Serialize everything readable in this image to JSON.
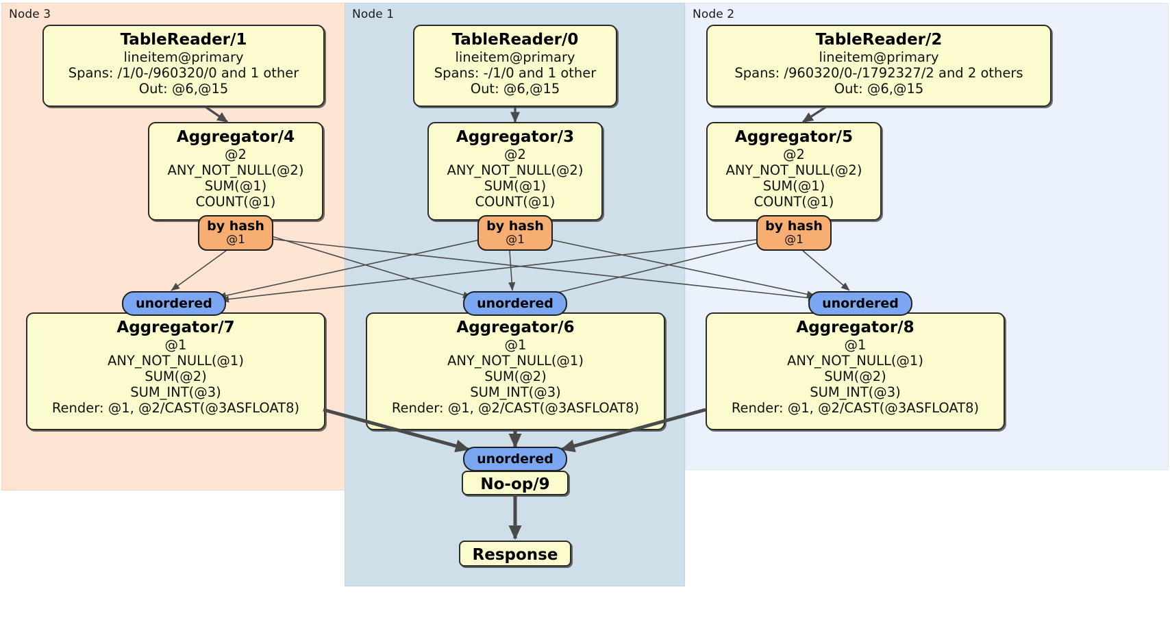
{
  "clusters": [
    {
      "label": "Node 3"
    },
    {
      "label": "Node 1"
    },
    {
      "label": "Node 2"
    }
  ],
  "readers": [
    {
      "title": "TableReader/1",
      "table": "lineitem@primary",
      "spans": "Spans: /1/0-/960320/0 and 1 other",
      "out": "Out: @6,@15"
    },
    {
      "title": "TableReader/0",
      "table": "lineitem@primary",
      "spans": "Spans: -/1/0 and 1 other",
      "out": "Out: @6,@15"
    },
    {
      "title": "TableReader/2",
      "table": "lineitem@primary",
      "spans": "Spans: /960320/0-/1792327/2 and 2 others",
      "out": "Out: @6,@15"
    }
  ],
  "local_aggregators": [
    {
      "title": "Aggregator/4",
      "group": "@2",
      "agg1": "ANY_NOT_NULL(@2)",
      "agg2": "SUM(@1)",
      "agg3": "COUNT(@1)"
    },
    {
      "title": "Aggregator/3",
      "group": "@2",
      "agg1": "ANY_NOT_NULL(@2)",
      "agg2": "SUM(@1)",
      "agg3": "COUNT(@1)"
    },
    {
      "title": "Aggregator/5",
      "group": "@2",
      "agg1": "ANY_NOT_NULL(@2)",
      "agg2": "SUM(@1)",
      "agg3": "COUNT(@1)"
    }
  ],
  "hash_routers": [
    {
      "main": "by hash",
      "sub": "@1"
    },
    {
      "main": "by hash",
      "sub": "@1"
    },
    {
      "main": "by hash",
      "sub": "@1"
    }
  ],
  "unordered_synchronizers": [
    {
      "main": "unordered"
    },
    {
      "main": "unordered"
    },
    {
      "main": "unordered"
    },
    {
      "main": "unordered"
    }
  ],
  "final_aggregators": [
    {
      "title": "Aggregator/7",
      "group": "@1",
      "agg1": "ANY_NOT_NULL(@1)",
      "agg2": "SUM(@2)",
      "agg3": "SUM_INT(@3)",
      "render": "Render: @1, @2/CAST(@3ASFLOAT8)"
    },
    {
      "title": "Aggregator/6",
      "group": "@1",
      "agg1": "ANY_NOT_NULL(@1)",
      "agg2": "SUM(@2)",
      "agg3": "SUM_INT(@3)",
      "render": "Render: @1, @2/CAST(@3ASFLOAT8)"
    },
    {
      "title": "Aggregator/8",
      "group": "@1",
      "agg1": "ANY_NOT_NULL(@1)",
      "agg2": "SUM(@2)",
      "agg3": "SUM_INT(@3)",
      "render": "Render: @1, @2/CAST(@3ASFLOAT8)"
    }
  ],
  "noop": {
    "title": "No-op/9"
  },
  "response": {
    "title": "Response"
  },
  "colors": {
    "node3_bg": "#FDE4D3",
    "node1_bg": "#CEDFE9",
    "node2_bg": "#EBF2FC",
    "process_box": "#FBFBCD",
    "hash_router": "#F7AE73",
    "unordered": "#7BA7F2",
    "edge": "#4A4A4A"
  }
}
